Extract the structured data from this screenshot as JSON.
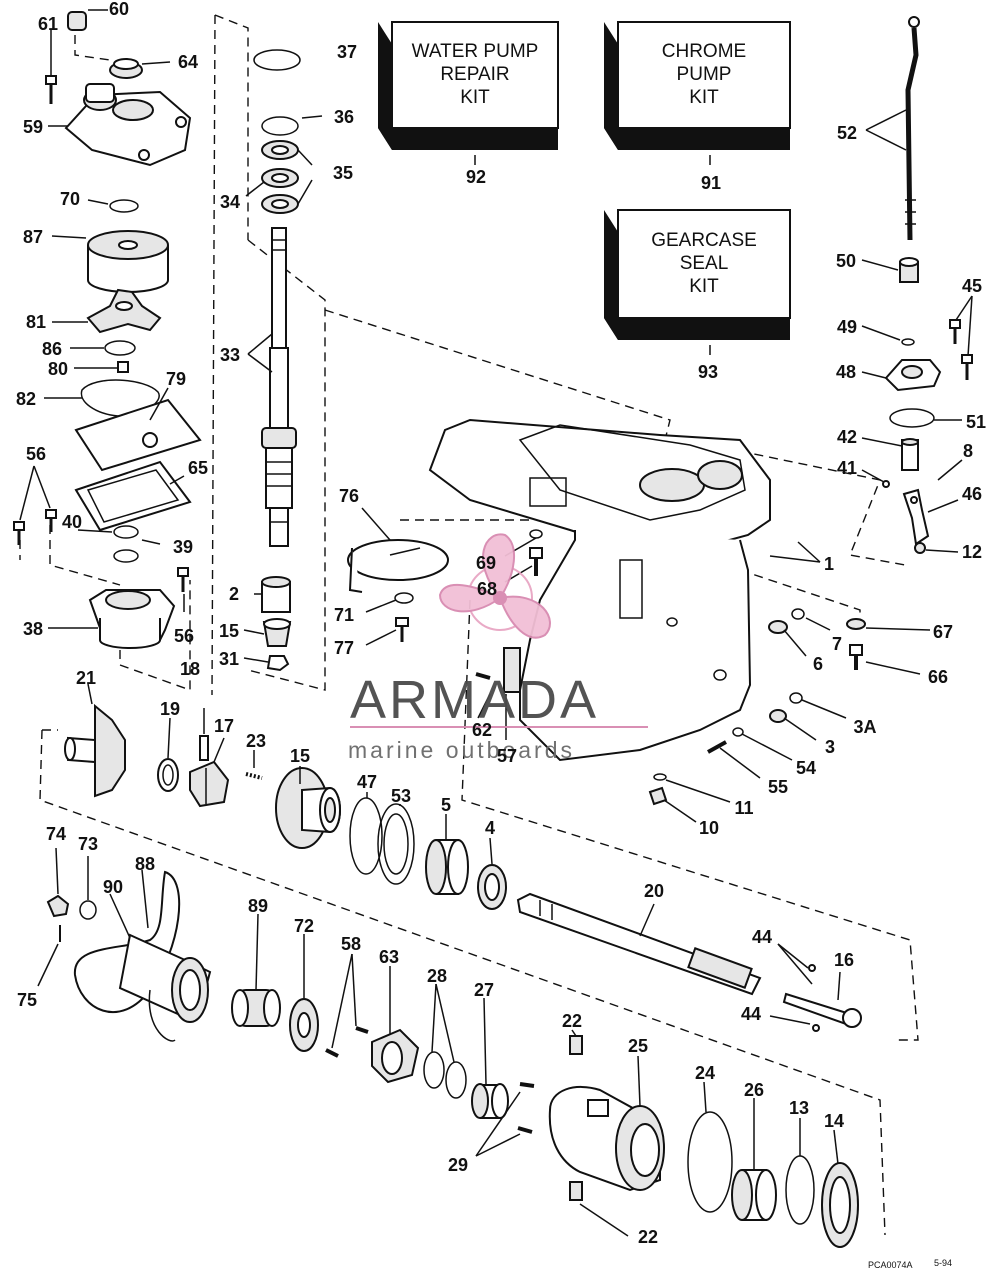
{
  "kits": [
    {
      "id": "kit-92",
      "lines": [
        "WATER PUMP",
        "REPAIR",
        "KIT"
      ],
      "number": "92"
    },
    {
      "id": "kit-91",
      "lines": [
        "CHROME",
        "PUMP",
        "KIT"
      ],
      "number": "91"
    },
    {
      "id": "kit-93",
      "lines": [
        "GEARCASE",
        "SEAL",
        "KIT"
      ],
      "number": "93"
    }
  ],
  "callouts": [
    "60",
    "61",
    "64",
    "59",
    "37",
    "36",
    "35",
    "34",
    "70",
    "87",
    "33",
    "81",
    "86",
    "80",
    "82",
    "79",
    "56",
    "65",
    "40",
    "39",
    "76",
    "69",
    "68",
    "38",
    "2",
    "15",
    "31",
    "71",
    "77",
    "18",
    "21",
    "19",
    "17",
    "23",
    "15",
    "47",
    "53",
    "5",
    "4",
    "62",
    "57",
    "1",
    "52",
    "50",
    "49",
    "45",
    "48",
    "51",
    "42",
    "41",
    "8",
    "46",
    "12",
    "7",
    "67",
    "6",
    "66",
    "3A",
    "3",
    "54",
    "55",
    "11",
    "10",
    "20",
    "44",
    "16",
    "44",
    "74",
    "73",
    "88",
    "90",
    "75",
    "89",
    "72",
    "58",
    "63",
    "28",
    "27",
    "22",
    "25",
    "24",
    "26",
    "13",
    "14",
    "29",
    "22",
    "56"
  ],
  "watermark": {
    "brand": "ARMADA",
    "tagline": "marine outboards"
  },
  "footer": {
    "code": "PCA0074A",
    "date": "5-94"
  }
}
